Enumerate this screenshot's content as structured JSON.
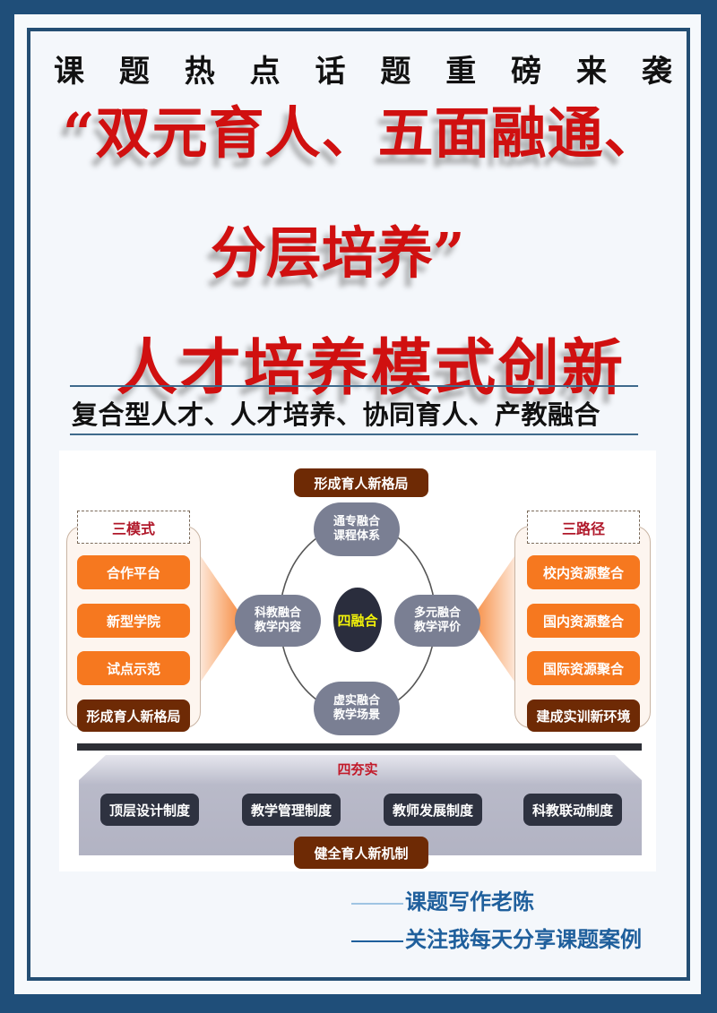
{
  "poster": {
    "kicker": [
      "课",
      "题",
      "热",
      "点",
      "话",
      "题",
      "重",
      "磅",
      "来",
      "袭"
    ],
    "title_line1": "“双元育人、五面融通、",
    "title_line2": "分层培养”",
    "title_line3": "人才培养模式创新",
    "keywords": "复合型人才、人才培养、协同育人、产教融合",
    "signature": {
      "line1": "课题写作老陈",
      "line2": "关注我每天分享课题案例"
    },
    "colors": {
      "frame_blue": "#1f4e79",
      "title_red": "#d01010",
      "signature_blue": "#1f5f9c"
    }
  },
  "diagram": {
    "top_banner": "形成育人新格局",
    "left_panel": {
      "title": "三模式",
      "items": [
        "合作平台",
        "新型学院",
        "试点示范"
      ],
      "footer": "形成育人新格局"
    },
    "right_panel": {
      "title": "三路径",
      "items": [
        "校内资源整合",
        "国内资源整合",
        "国际资源聚合"
      ],
      "footer": "建成实训新环境"
    },
    "center": {
      "core": "四融合",
      "nodes": {
        "top": [
          "通专融合",
          "课程体系"
        ],
        "left": [
          "科教融合",
          "教学内容"
        ],
        "right": [
          "多元融合",
          "教学评价"
        ],
        "bottom": [
          "虚实融合",
          "教学场景"
        ]
      }
    },
    "base": {
      "title": "四夯实",
      "items": [
        "顶层设计制度",
        "教学管理制度",
        "教师发展制度",
        "科教联动制度"
      ],
      "footer": "健全育人新机制"
    },
    "colors": {
      "orange": "#f6781f",
      "brown": "#6e2a05",
      "node_gray": "#7a7f93",
      "core_dark": "#2a2d3d",
      "core_text": "#f2f20a",
      "base_gray": "#b2b3c3"
    }
  }
}
